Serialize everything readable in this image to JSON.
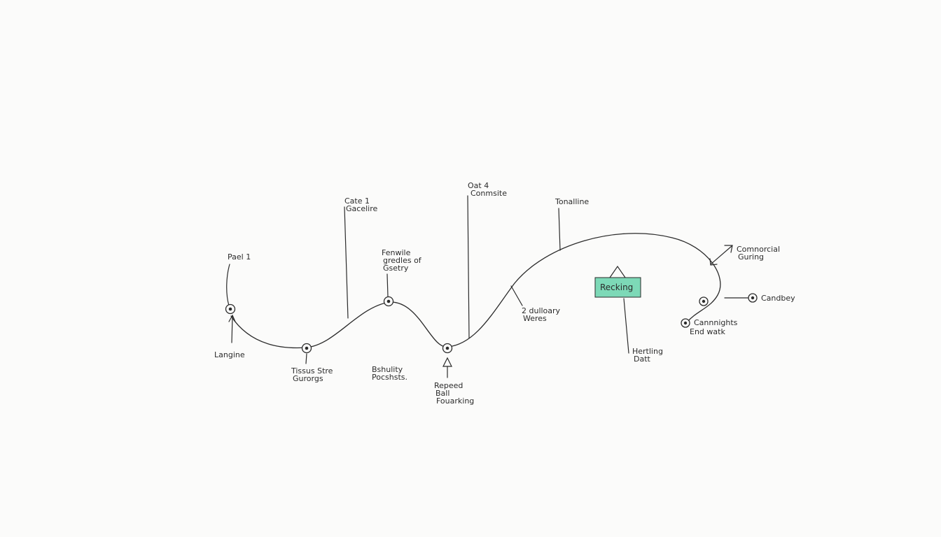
{
  "colors": {
    "ink": "#2b2b2b",
    "highlight": "#7dd9b7",
    "paper": "#fbfbfa"
  },
  "labels": {
    "peel": "Pael 1",
    "langine": "Langine",
    "gate_line1": "Cate 1",
    "gate_line2": "Gacelire",
    "tissue_line1": "Tissus Stre",
    "tissue_line2": "Gurorgs",
    "fenwile_line1": "Fenwile",
    "fenwile_line2": "gredles of",
    "fenwile_line3": "Gsetry",
    "bshulity_line1": "Bshulity",
    "bshulity_line2": "Pocshsts.",
    "oat_line1": "Oat 4",
    "oat_line2": "Conmsite",
    "repeed_line1": "Repeed",
    "repeed_line2": "Ball",
    "repeed_line3": "Fouarking",
    "tonaline": "Tonalline",
    "deliberry_line1": "2 dulloary",
    "deliberry_line2": "Weres",
    "recking": "Recking",
    "hertling_line1": "Hertling",
    "hertling_line2": "Datt",
    "commercial_line1": "Comnorcial",
    "commercial_line2": "Guring",
    "candbey": "Candbey",
    "cannings_line1": "Cannnights",
    "cannings_line2": "End watk"
  }
}
